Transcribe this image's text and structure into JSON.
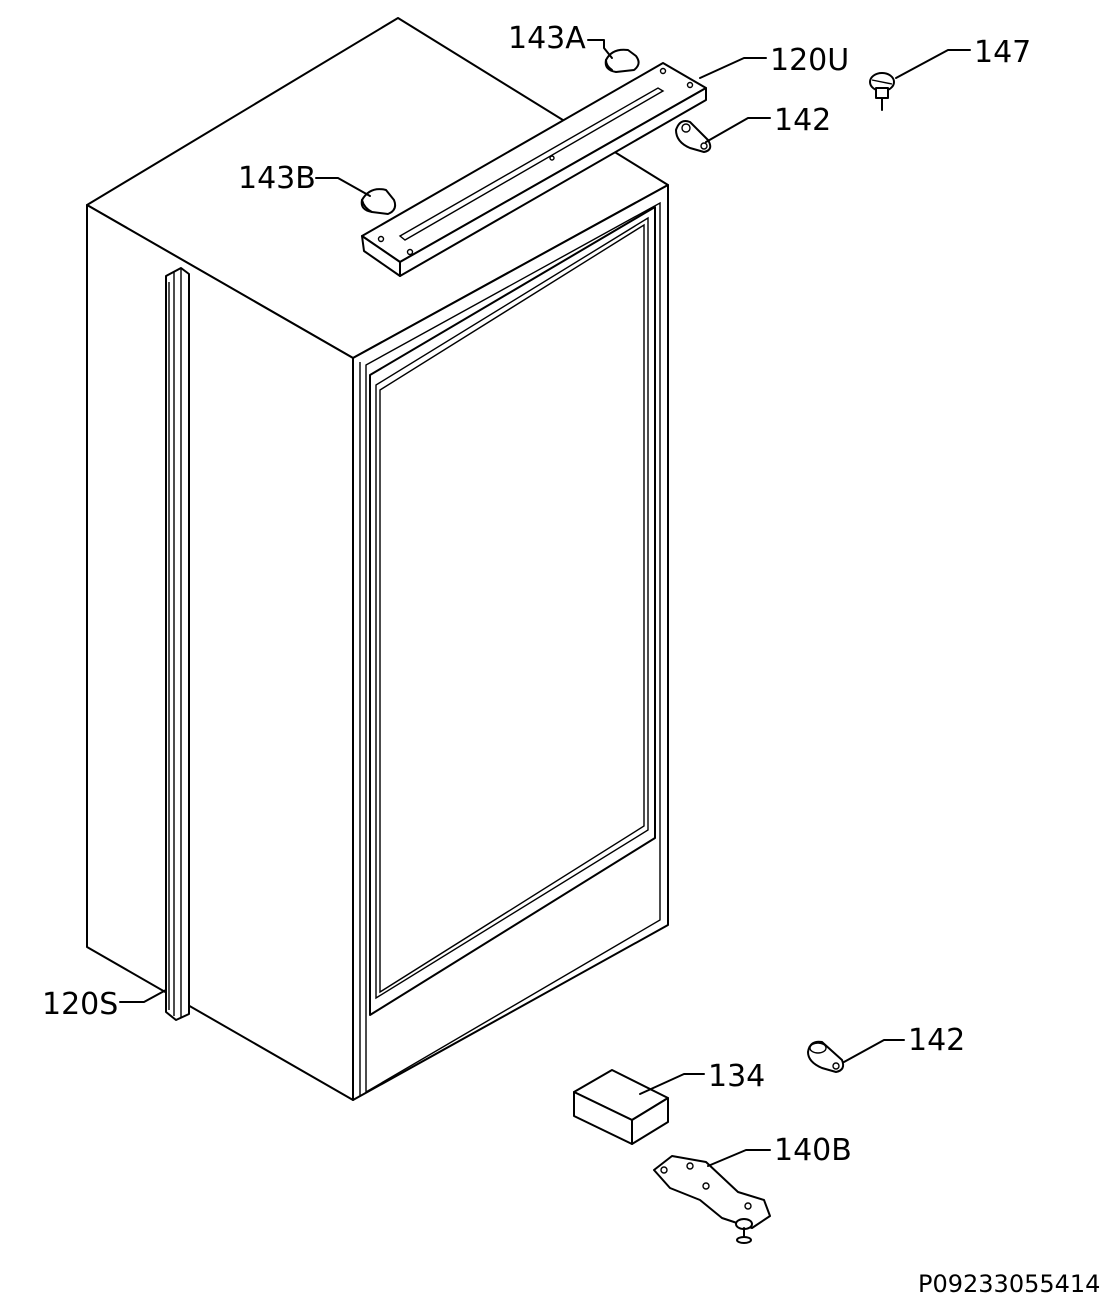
{
  "parts": {
    "p143a": "143A",
    "p120u": "120U",
    "p147": "147",
    "p142_top": "142",
    "p143b": "143B",
    "p120s": "120S",
    "p142_bottom": "142",
    "p134": "134",
    "p140b": "140B"
  },
  "reference": "P09233055414"
}
